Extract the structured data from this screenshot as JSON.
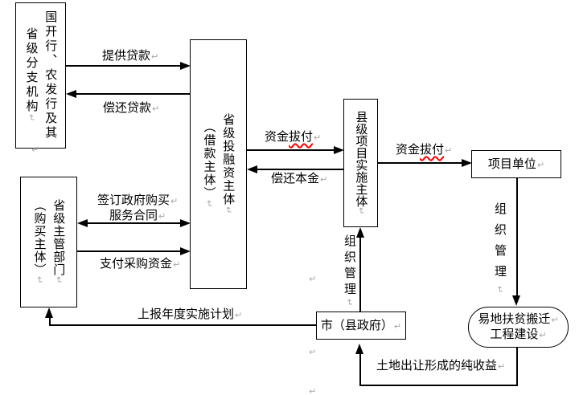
{
  "marks": {
    "ret": "↵"
  },
  "colors": {
    "line": "#000000",
    "box_border": "#000000",
    "background": "#ffffff",
    "paragraph_mark": "#a6a6a6",
    "spellcheck_squiggle": "#ff0000"
  },
  "nodes": {
    "bank": {
      "col_right": "国开行、农发行及其",
      "col_left": "省级分支机构"
    },
    "provincial_investor": {
      "col_right": "省级投融资主体",
      "col_left": "（借款主体）"
    },
    "provincial_dept": {
      "col_right": "省级主管部门",
      "col_left": "（购买主体）"
    },
    "county_implementer": {
      "label": "县级项目实施主体"
    },
    "project_unit": {
      "label": "项目单位"
    },
    "city_gov": {
      "label": "市（县政府）"
    },
    "construction": {
      "line1": "易地扶贫搬迁",
      "line2": "工程建设"
    }
  },
  "edges": {
    "provide_loan": {
      "label": "提供贷款"
    },
    "repay_loan": {
      "label": "偿还贷款"
    },
    "sign_contract": {
      "line1": "签订政府购买",
      "line2": "服务合同"
    },
    "pay_procurement": {
      "label": "支付采购资金"
    },
    "fund_allocation_1": {
      "prefix": "资金",
      "flagged": "拔付"
    },
    "repay_principal": {
      "label": "偿还本金"
    },
    "fund_allocation_2": {
      "prefix": "资金",
      "flagged": "拔付"
    },
    "org_management_left": {
      "label": "组织管理"
    },
    "org_management_right": {
      "label": "组织管理"
    },
    "report_annual_plan": {
      "label": "上报年度实施计划"
    },
    "land_transfer_income": {
      "label": "土地出让形成的纯收益"
    }
  }
}
